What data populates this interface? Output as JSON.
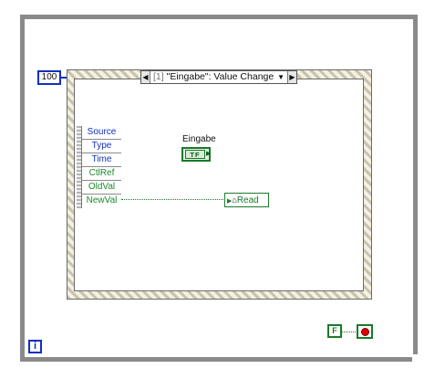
{
  "while_loop": {
    "iteration_terminal": "i"
  },
  "timeout": {
    "value": "100",
    "icon": "hourglass-icon"
  },
  "event_structure": {
    "case_selector": {
      "index": "[1]",
      "label": "\"Eingabe\": Value Change",
      "prev_icon": "◀",
      "next_icon": "▶",
      "dropdown_icon": "▼"
    },
    "data_node": {
      "items": [
        "Source",
        "Type",
        "Time",
        "CtlRef",
        "OldVal",
        "NewVal"
      ]
    },
    "terminal": {
      "label": "Eingabe",
      "type_text": "TF"
    },
    "property_node": {
      "label": "Read",
      "icon": "house-icon"
    }
  },
  "stop": {
    "constant": "F",
    "terminal_icon": "stop-icon"
  },
  "colors": {
    "blue": "#1030c0",
    "green": "#1a7a2a",
    "stop_red": "#e00000",
    "frame_gray": "#8a8a8a"
  }
}
